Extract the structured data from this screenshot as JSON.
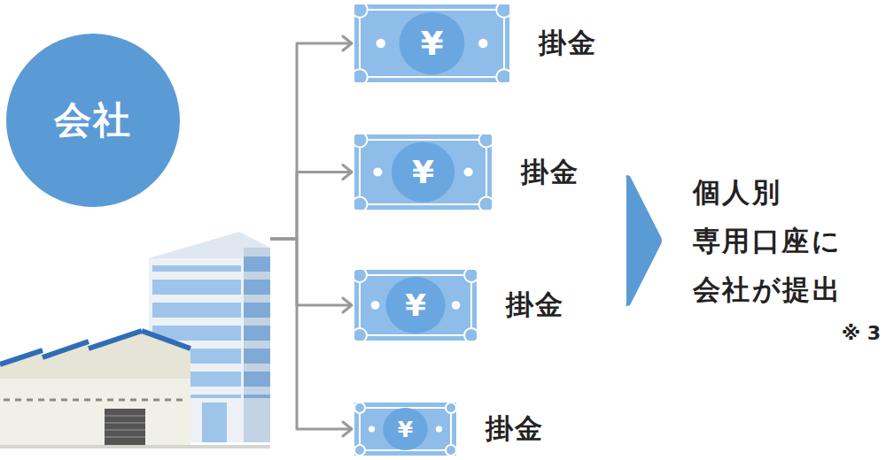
{
  "diagram": {
    "nodes": [
      {
        "text": [
          "会社"
        ]
      },
      {
        "text": [
          "¥",
          "掛金"
        ]
      },
      {
        "text": [
          "¥",
          "掛金"
        ]
      },
      {
        "text": [
          "¥",
          "掛金"
        ]
      },
      {
        "text": [
          "¥",
          "掛金"
        ]
      }
    ],
    "edges": [
      {
        "from": 0,
        "to": 1,
        "arrow": "to"
      },
      {
        "from": 0,
        "to": 2,
        "arrow": "to"
      },
      {
        "from": 0,
        "to": 3,
        "arrow": "to"
      },
      {
        "from": 0,
        "to": 4,
        "arrow": "to"
      }
    ],
    "labels": [
      "個人別 専用口座に 会社が提出",
      "※ 3"
    ]
  }
}
